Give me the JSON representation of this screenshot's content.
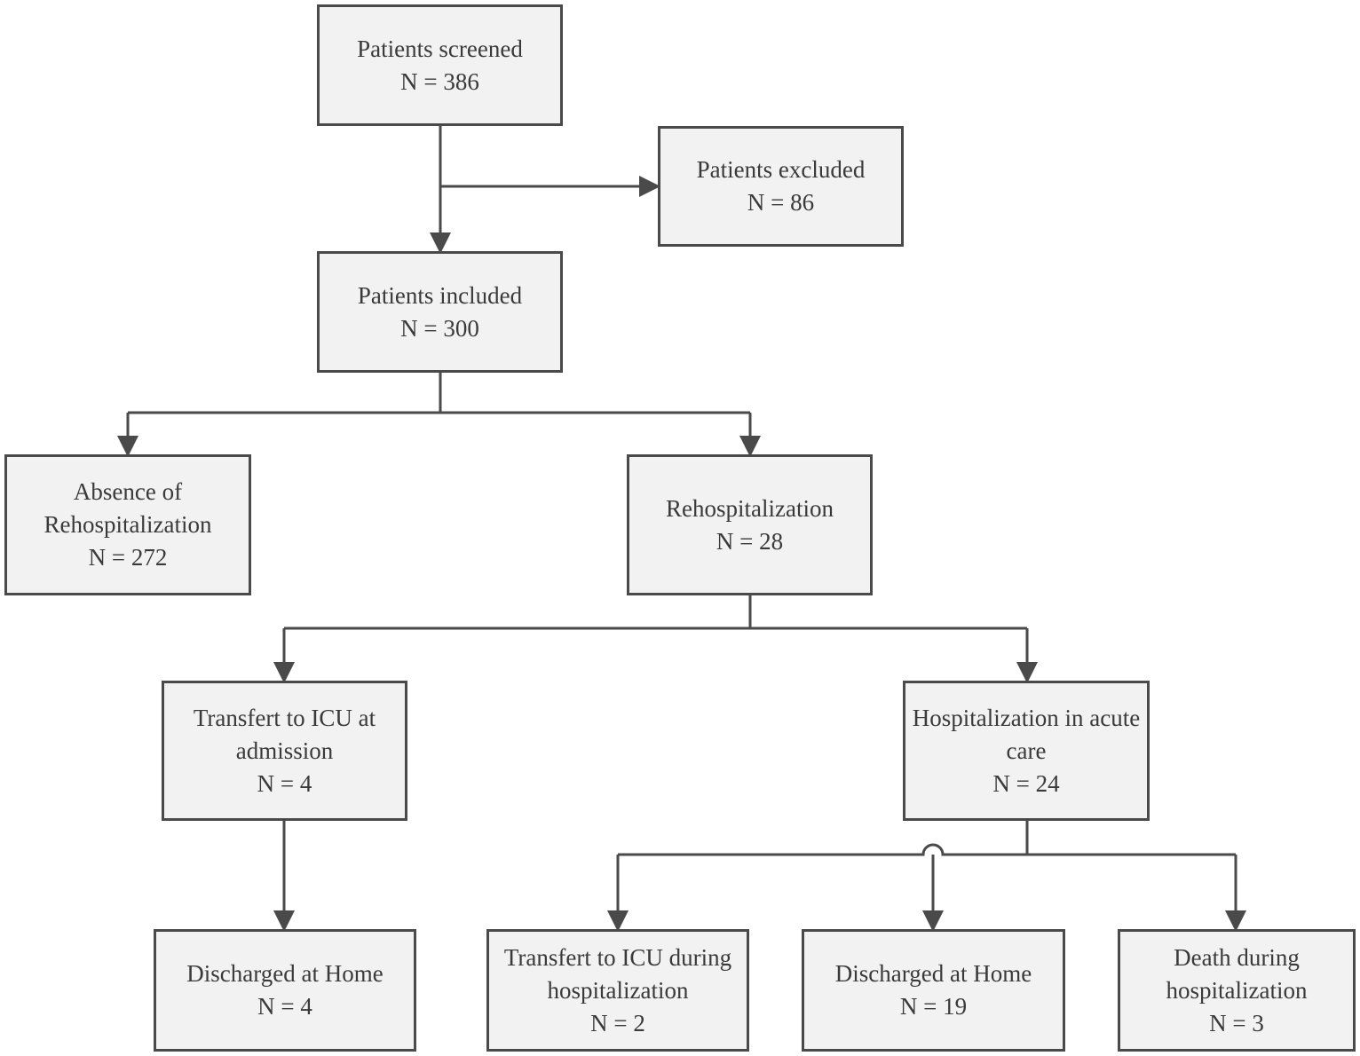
{
  "colors": {
    "box_fill": "#f2f2f2",
    "stroke": "#4a4a4a",
    "text": "#3a3a3a"
  },
  "nodes": {
    "screened": {
      "lines": [
        "Patients screened",
        "N = 386"
      ]
    },
    "excluded": {
      "lines": [
        "Patients excluded",
        "N = 86"
      ]
    },
    "included": {
      "lines": [
        "Patients included",
        "N = 300"
      ]
    },
    "absence": {
      "lines": [
        "Absence of",
        "Rehospitalization",
        "N = 272"
      ]
    },
    "rehosp": {
      "lines": [
        "Rehospitalization",
        "N = 28"
      ]
    },
    "icu_admission": {
      "lines": [
        "Transfert to ICU at",
        "admission",
        "N = 4"
      ]
    },
    "acute_care": {
      "lines": [
        "Hospitalization in acute",
        "care",
        "N = 24"
      ]
    },
    "home_from_icu": {
      "lines": [
        "Discharged at Home",
        "N = 4"
      ]
    },
    "icu_during": {
      "lines": [
        "Transfert to ICU during",
        "hospitalization",
        "N = 2"
      ]
    },
    "home_from_acute": {
      "lines": [
        "Discharged at Home",
        "N = 19"
      ]
    },
    "death": {
      "lines": [
        "Death during",
        "hospitalization",
        "N = 3"
      ]
    }
  }
}
